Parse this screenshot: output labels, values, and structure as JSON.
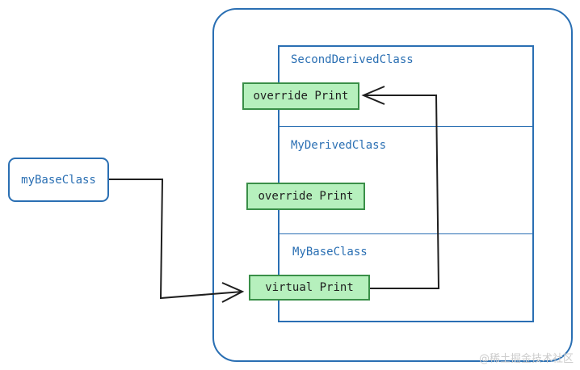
{
  "diagram": {
    "reference": {
      "label": "myBaseClass"
    },
    "object": {
      "sections": [
        {
          "label": "SecondDerivedClass",
          "method": "override Print"
        },
        {
          "label": "MyDerivedClass",
          "method": "override Print"
        },
        {
          "label": "MyBaseClass",
          "method": "virtual Print"
        }
      ]
    }
  },
  "watermark": "@稀土掘金技术社区",
  "colors": {
    "border_blue": "#2a6fb3",
    "method_fill": "#b6f0bd",
    "method_border": "#3a8f48",
    "arrow": "#1f1f1f"
  }
}
